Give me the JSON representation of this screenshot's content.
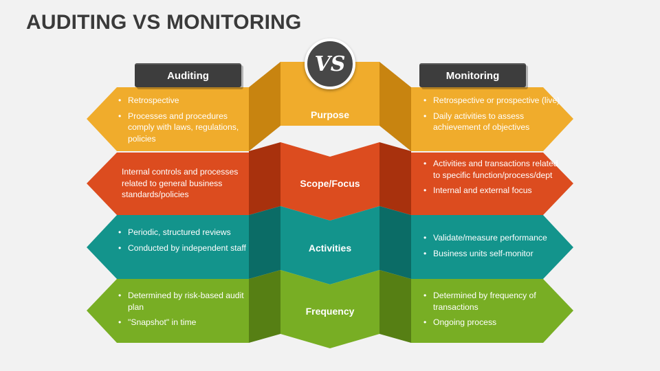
{
  "title": "AUDITING VS MONITORING",
  "vs_label": "VS",
  "headers": {
    "left": "Auditing",
    "right": "Monitoring"
  },
  "colors": {
    "purpose": "#eea92a",
    "scope": "#db4b1f",
    "activities": "#13938c",
    "frequency": "#76ad23"
  },
  "rows": [
    {
      "label": "Purpose",
      "left": {
        "items": [
          "Retrospective",
          "Processes and procedures comply with laws, regulations, policies"
        ]
      },
      "right": {
        "items": [
          "Retrospective or prospective (live)",
          "Daily activities to assess achievement of objectives"
        ]
      }
    },
    {
      "label": "Scope/Focus",
      "left": {
        "text": "Internal controls and processes related to general business standards/policies"
      },
      "right": {
        "items": [
          "Activities and transactions related to specific function/process/dept",
          "Internal and external focus"
        ]
      }
    },
    {
      "label": "Activities",
      "left": {
        "items": [
          "Periodic, structured reviews",
          "Conducted by independent staff"
        ]
      },
      "right": {
        "items": [
          "Validate/measure performance",
          "Business units self-monitor"
        ]
      }
    },
    {
      "label": "Frequency",
      "left": {
        "items": [
          "Determined by risk-based audit plan",
          "\"Snapshot\" in time"
        ]
      },
      "right": {
        "items": [
          "Determined by frequency of transactions",
          "Ongoing process"
        ]
      }
    }
  ]
}
